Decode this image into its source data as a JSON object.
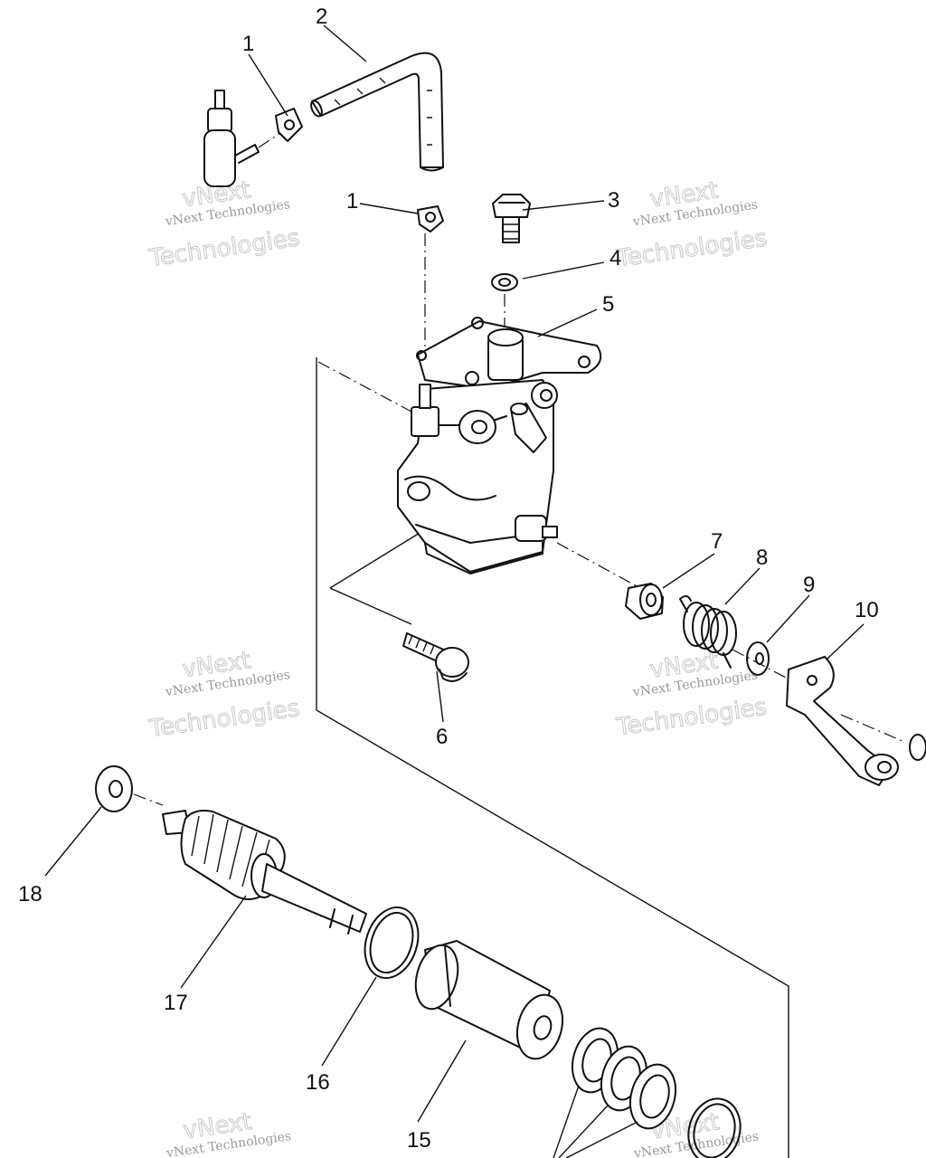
{
  "callouts": [
    {
      "id": "c1a",
      "label": "1"
    },
    {
      "id": "c2",
      "label": "2"
    },
    {
      "id": "c1b",
      "label": "1"
    },
    {
      "id": "c3",
      "label": "3"
    },
    {
      "id": "c4",
      "label": "4"
    },
    {
      "id": "c5",
      "label": "5"
    },
    {
      "id": "c6",
      "label": "6"
    },
    {
      "id": "c7",
      "label": "7"
    },
    {
      "id": "c8",
      "label": "8"
    },
    {
      "id": "c9",
      "label": "9"
    },
    {
      "id": "c10",
      "label": "10"
    },
    {
      "id": "c15",
      "label": "15"
    },
    {
      "id": "c16",
      "label": "16"
    },
    {
      "id": "c17",
      "label": "17"
    },
    {
      "id": "c18",
      "label": "18"
    }
  ],
  "watermark": {
    "line1": "vNext",
    "line2": "vNext Technologies",
    "line3": "Technologies"
  }
}
